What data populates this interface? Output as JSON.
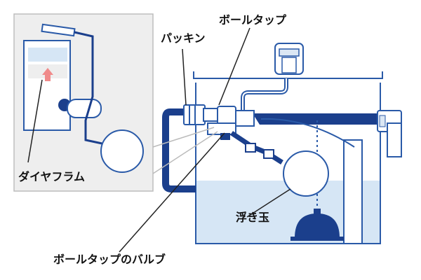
{
  "labels": {
    "packing": "パッキン",
    "ball_tap": "ボールタップ",
    "diaphragm": "ダイヤフラム",
    "float_ball": "浮き玉",
    "ball_tap_valve": "ボールタップのバルブ"
  },
  "colors": {
    "navy": "#1b3f8c",
    "outline": "#2a5aa8",
    "water": "#d6e6f5",
    "water_light": "#e8f1fa",
    "callout_panel": "#eeeeee",
    "arrow": "#f08a8a",
    "leader": "#222222"
  },
  "icons": {
    "arrow": "up-arrow-icon"
  }
}
